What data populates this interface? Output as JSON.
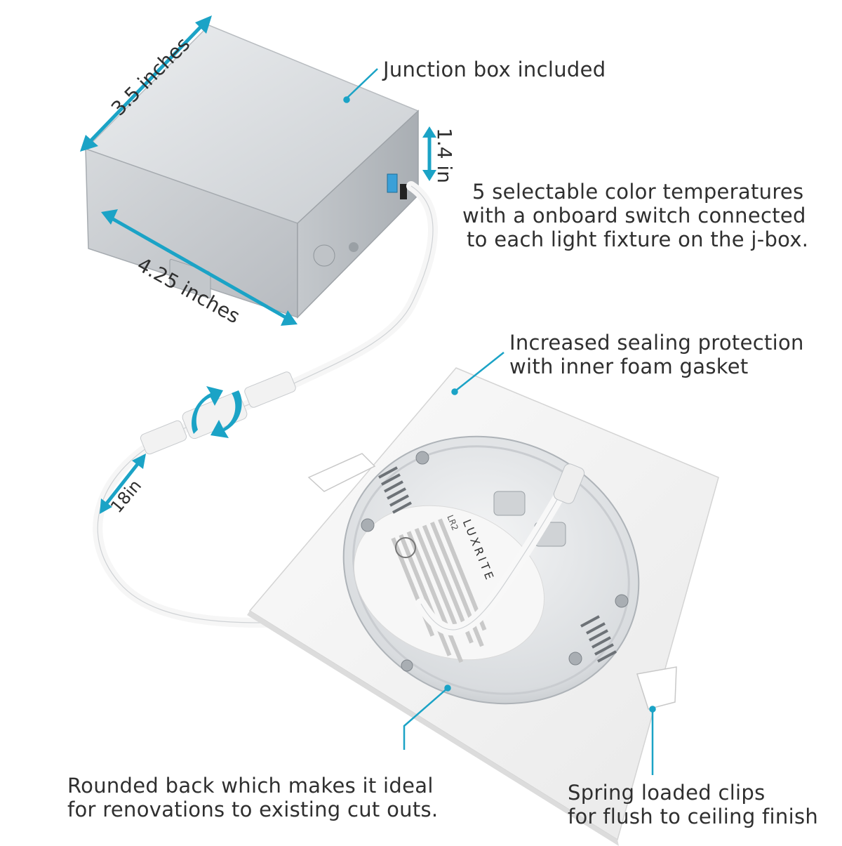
{
  "product": {
    "brand_print": "LUXRITE",
    "model_print": "LR2"
  },
  "dimensions": {
    "width": "3.5 inches",
    "length": "4.25 inches",
    "height": "1.4 in",
    "cable": "18in"
  },
  "callouts": {
    "junction_box": "Junction box included",
    "color_temp": {
      "line1": "5 selectable color temperatures",
      "line2": "with a onboard switch connected",
      "line3": "to each light fixture on the j-box."
    },
    "sealing": {
      "line1": "Increased sealing protection",
      "line2": "with inner foam gasket"
    },
    "rounded_back": {
      "line1": "Rounded back which makes it ideal",
      "line2": "for renovations to existing cut outs."
    },
    "spring_clips": {
      "line1": "Spring loaded clips",
      "line2": "for flush to ceiling finish"
    }
  },
  "colors": {
    "accent": "#1ba3c6",
    "text": "#2f2f2f",
    "metal": "#d4d6d8",
    "panel": "#f4f4f4"
  }
}
